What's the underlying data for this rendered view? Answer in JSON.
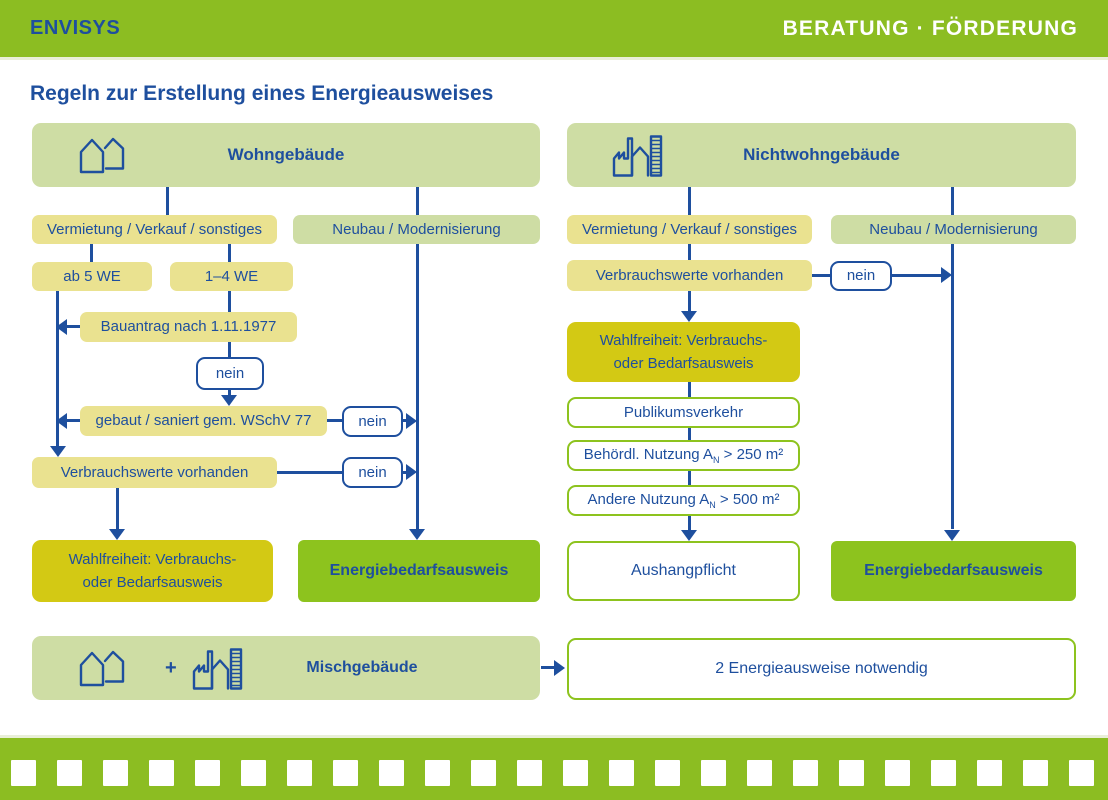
{
  "header": {
    "brand": "ENVISYS",
    "tagline": "BERATUNG · FÖRDERUNG"
  },
  "title": "Regeln zur Erstellung eines Energieausweises",
  "colors": {
    "green-main": "#8cbd22",
    "green-bright": "#8dc31e",
    "green-light": "#cedda4",
    "yellow": "#eae290",
    "olive": "#d3c914",
    "blue": "#1e4f9e"
  },
  "icons": {
    "wohngebaeude": "house-outline",
    "nichtwohngebaeude": "factory-outline"
  },
  "wohngebaeude": {
    "header": "Wohngebäude",
    "vermietung": "Vermietung / Verkauf / sonstiges",
    "neubau": "Neubau / Modernisierung",
    "ab5we": "ab 5 WE",
    "we14": "1–4 WE",
    "bauantrag": "Bauantrag nach 1.11.1977",
    "nein1": "nein",
    "gebaut": "gebaut / saniert gem. WSchV 77",
    "nein2": "nein",
    "verbrauch": "Verbrauchswerte vorhanden",
    "nein3": "nein",
    "wahl1": "Wahlfreiheit: Verbrauchs-",
    "wahl2": "oder Bedarfsausweis",
    "bedarf": "Energiebedarfsausweis"
  },
  "nichtwohngebaeude": {
    "header": "Nichtwohngebäude",
    "vermietung": "Vermietung / Verkauf / sonstiges",
    "neubau": "Neubau / Modernisierung",
    "verbrauch": "Verbrauchswerte vorhanden",
    "nein": "nein",
    "wahl1": "Wahlfreiheit: Verbrauchs-",
    "wahl2": "oder Bedarfsausweis",
    "publikum": "Publikumsverkehr",
    "behoerdl": {
      "pre": "Behördl. Nutzung A",
      "sub": "N",
      "post": " > 250 m²"
    },
    "andere": {
      "pre": "Andere Nutzung A",
      "sub": "N",
      "post": " > 500 m²"
    },
    "aushang": "Aushangpflicht",
    "bedarf": "Energiebedarfsausweis"
  },
  "misch": {
    "plus": "+",
    "label": "Mischgebäude",
    "result": "2 Energieausweise notwendig"
  },
  "footer": {
    "hole_count": 24
  }
}
